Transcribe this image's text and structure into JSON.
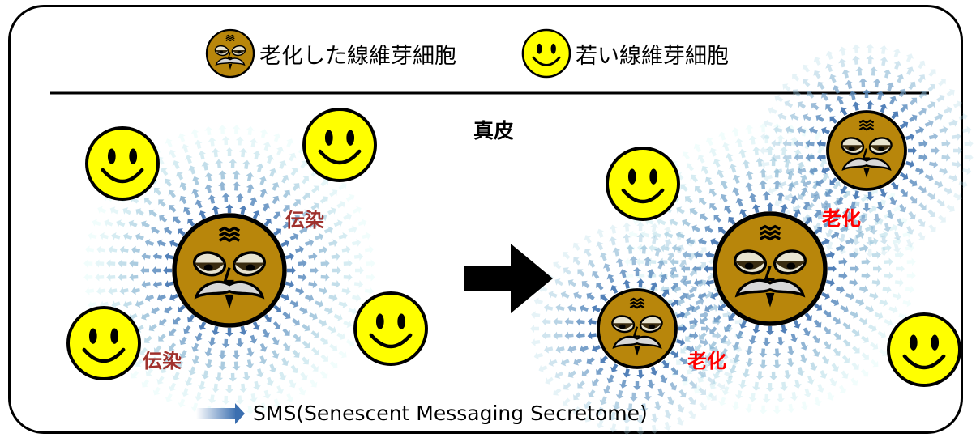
{
  "legend": {
    "old_label": "老化した線維芽細胞",
    "young_label": "若い線維芽細胞",
    "old_icon": "old-face-icon",
    "young_icon": "smiley-face-icon"
  },
  "region_label": "真皮",
  "before": {
    "infection_label_1": "伝染",
    "infection_label_2": "伝染"
  },
  "after": {
    "aging_label_1": "老化",
    "aging_label_2": "老化"
  },
  "sms_label": "SMS(Senescent Messaging Secretome)",
  "colors": {
    "young_fill": "#ffff00",
    "old_fill": "#b8860b",
    "arrow_blue": "#4a7ab5",
    "infection_text": "#a0312d",
    "aging_text": "#ff0000"
  }
}
